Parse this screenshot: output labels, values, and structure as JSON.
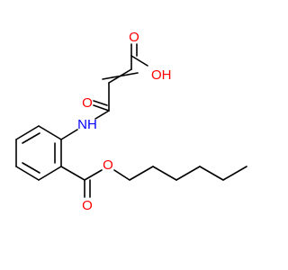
{
  "molecule": {
    "atom_labels": {
      "carboxyl_carbonyl_o": "O",
      "carboxyl_hydroxyl": "OH",
      "amide_carbonyl_o": "O",
      "amide_nh": "NH",
      "ester_carbonyl_o": "O",
      "ester_o": "O"
    },
    "colors": {
      "bond": "#000000",
      "oxygen": "#ff0000",
      "nitrogen": "#0000ff"
    }
  }
}
